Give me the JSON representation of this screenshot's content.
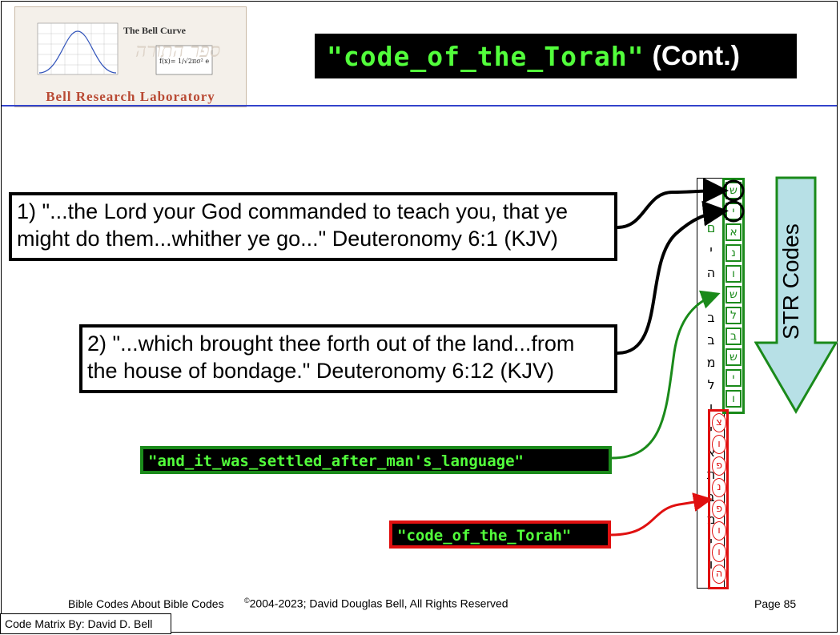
{
  "logo": {
    "chart_title": "The Bell Curve",
    "lab_name": "Bell Research Laboratory"
  },
  "title": {
    "code_text": "\"code_of_the_Torah\"",
    "suffix": "(Cont.)"
  },
  "quotes": [
    {
      "lines": [
        "1) \"...the Lord your God commanded to teach you, that ye",
        "might do them...whither ye go...\" Deuteronomy 6:1 (KJV)"
      ]
    },
    {
      "lines": [
        "2) \"...which brought thee forth out of the land...from",
        "the house of bondage.\" Deuteronomy 6:12 (KJV)"
      ]
    }
  ],
  "code_labels": {
    "green": "\"and_it_was_settled_after_man's_language\"",
    "red": "\"code_of_the_Torah\""
  },
  "matrix": {
    "column_letters": [
      "ם",
      "י",
      "ה",
      "ו",
      "ב",
      "ב",
      "מ",
      "ל",
      "ו",
      "י",
      "א",
      "ת",
      "ב",
      "מ",
      "י",
      "ו"
    ],
    "str_letters": [
      "ש",
      "י",
      "א",
      "נ",
      "ו",
      "ש",
      "ל",
      "ב",
      "ש",
      "י",
      "ו"
    ],
    "red_letters": [
      "צ",
      "ו",
      "פ",
      "נ",
      "פ",
      "ו",
      "ו",
      "ה"
    ],
    "accent_green": "#1a8a1a",
    "accent_red": "#e01010"
  },
  "str_arrow": {
    "label": "STR Codes",
    "color": "#b7e0e6"
  },
  "footer": {
    "left": "Bible Codes About Bible Codes",
    "copyright_mark": "©",
    "center": "2004-2023; David Douglas Bell, All Rights Reserved",
    "right": "Page 85",
    "credit": "Code Matrix By: David D. Bell"
  }
}
